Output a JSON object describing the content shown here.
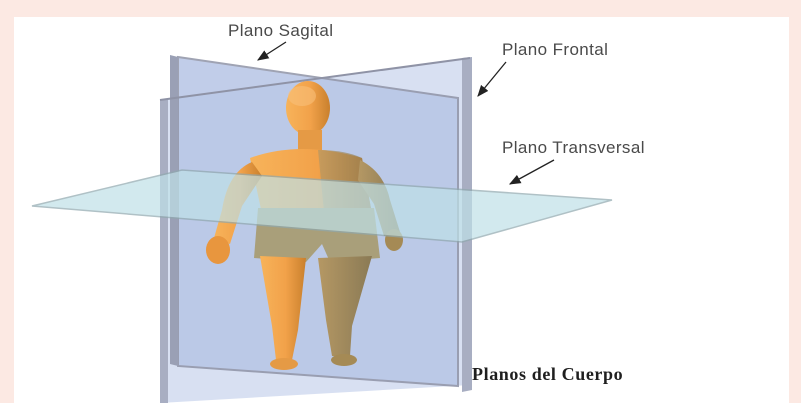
{
  "labels": {
    "sagittal": "Plano Sagital",
    "frontal": "Plano Frontal",
    "transverse": "Plano Transversal"
  },
  "caption": "Planos del Cuerpo",
  "colors": {
    "page_background": "#fce9e3",
    "panel_background": "#ffffff",
    "plane_fill": "#b8c6e8",
    "plane_edge": "#8f93a6",
    "transverse_fill": "#bfe1e8",
    "skin": "#f2a24a",
    "skin_shadow": "#c9802d",
    "far_side_tint": "#9c8a5a",
    "arrow": "#222222",
    "label_text": "#4a4a4a"
  },
  "icons": [
    "arrow-pointer",
    "human-figure"
  ]
}
